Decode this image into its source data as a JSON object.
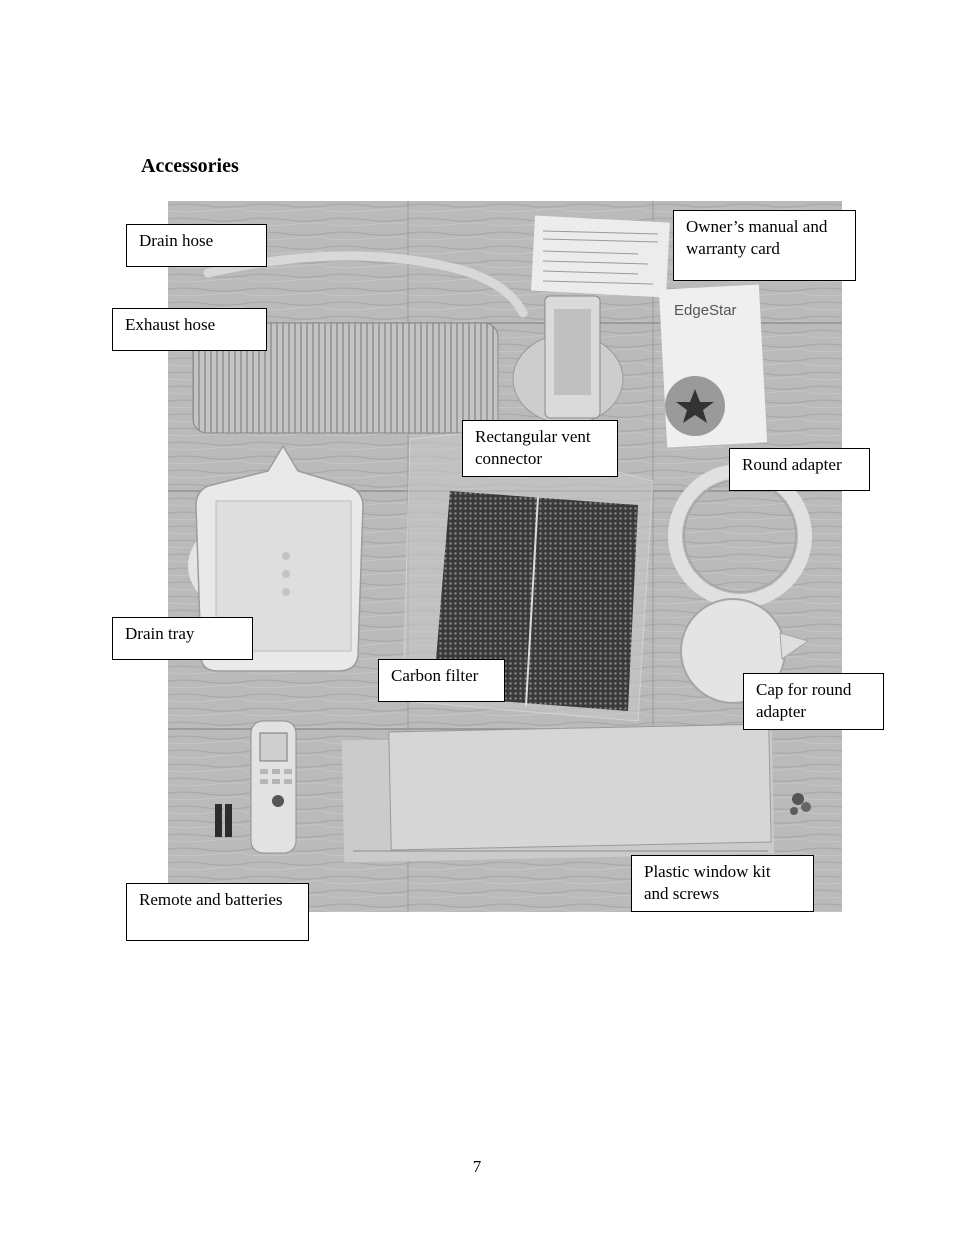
{
  "heading": "Accessories",
  "labels": {
    "drain_hose": "Drain hose",
    "exhaust_hose": "Exhaust hose",
    "owners_manual_line1": "Owner’s manual and",
    "owners_manual_line2": "warranty card",
    "rect_vent_line1": "Rectangular vent",
    "rect_vent_line2": "connector",
    "round_adapter": "Round adapter",
    "drain_tray": "Drain tray",
    "carbon_filter": "Carbon filter",
    "cap_line1": "Cap for round",
    "cap_line2": "adapter",
    "window_kit_line1": "Plastic window kit",
    "window_kit_line2": "and screws",
    "remote": "Remote and batteries"
  },
  "manual_brand": "EdgeStar",
  "page_number": "7"
}
